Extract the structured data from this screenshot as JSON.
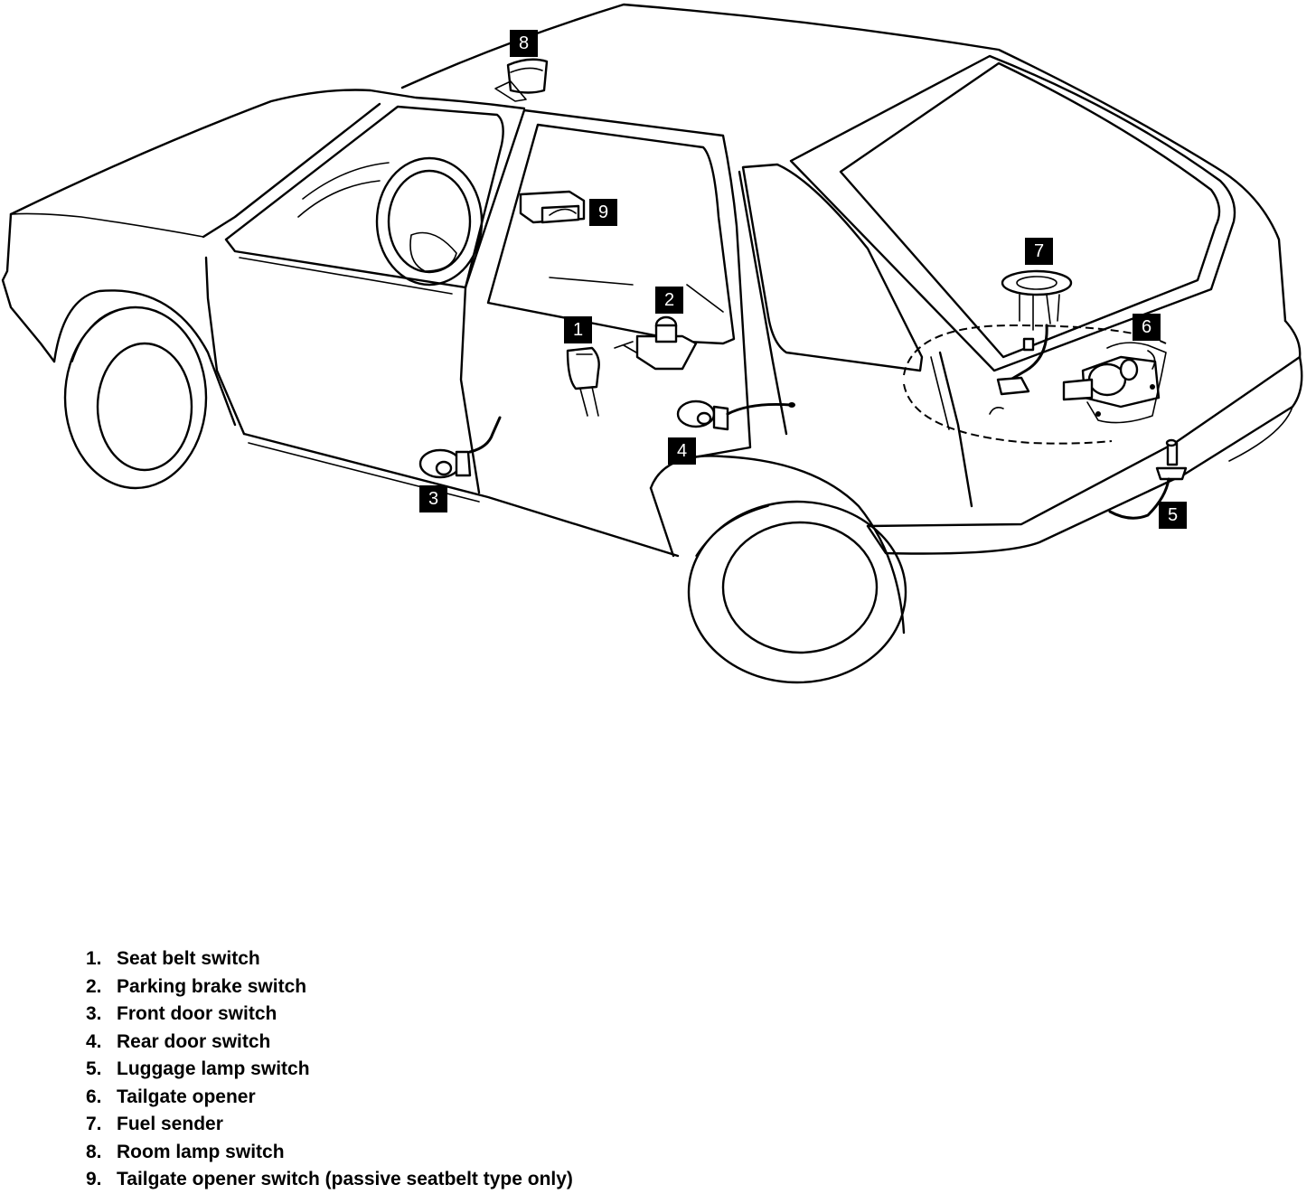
{
  "callouts": [
    "1",
    "2",
    "3",
    "4",
    "5",
    "6",
    "7",
    "8",
    "9"
  ],
  "legend": [
    {
      "number": "1.",
      "text": "Seat belt switch"
    },
    {
      "number": "2.",
      "text": "Parking brake switch"
    },
    {
      "number": "3.",
      "text": "Front door switch"
    },
    {
      "number": "4.",
      "text": "Rear door switch"
    },
    {
      "number": "5.",
      "text": "Luggage lamp switch"
    },
    {
      "number": "6.",
      "text": "Tailgate opener"
    },
    {
      "number": "7.",
      "text": "Fuel sender"
    },
    {
      "number": "8.",
      "text": "Room lamp switch"
    },
    {
      "number": "9.",
      "text": "Tailgate opener switch (passive seatbelt type only)"
    }
  ]
}
